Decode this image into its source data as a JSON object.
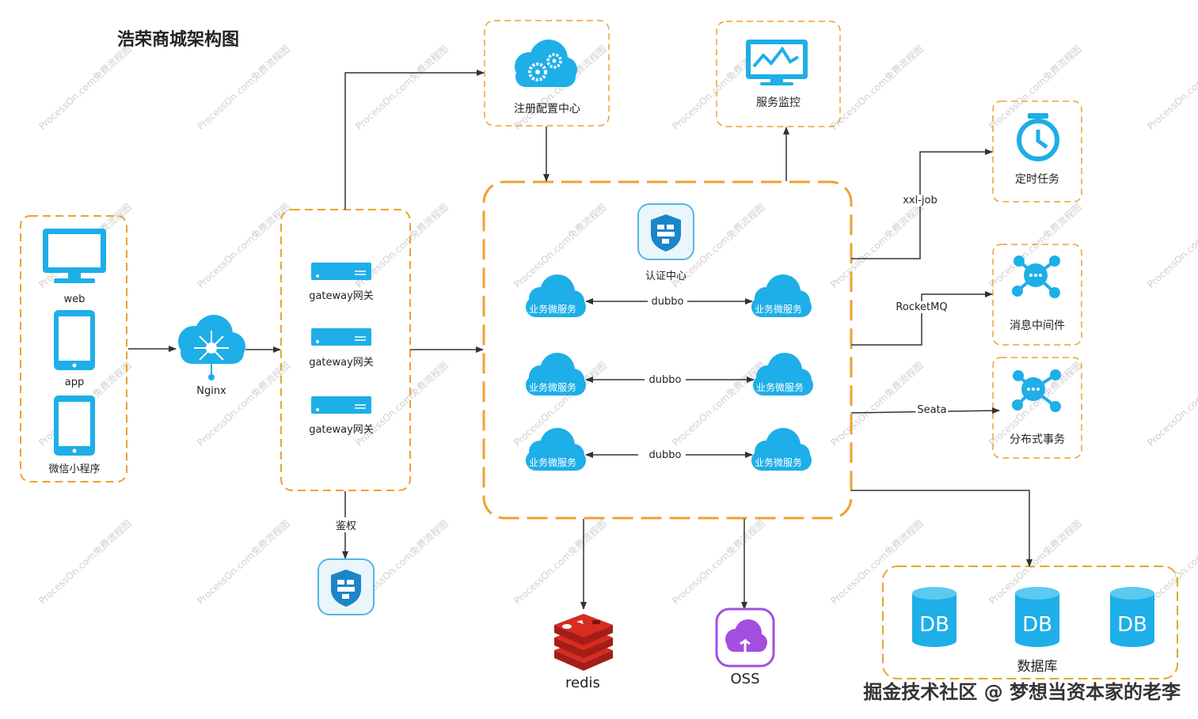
{
  "title": "浩荣商城架构图",
  "colors": {
    "accent": "#1eaee8",
    "border": "#f0a030",
    "redis": "#d82c20",
    "oss": "#a24fe0"
  },
  "clients": {
    "web": "web",
    "app": "app",
    "mini": "微信小程序"
  },
  "nginx": "Nginx",
  "gateways": [
    "gateway网关",
    "gateway网关",
    "gateway网关"
  ],
  "auth_edge": "鉴权",
  "registry": "注册配置中心",
  "monitor": "服务监控",
  "auth_center": "认证中心",
  "service_label": "业务微服务",
  "rpc": [
    "dubbo",
    "dubbo",
    "dubbo"
  ],
  "right": {
    "edges": {
      "job": "xxl-job",
      "mq": "RocketMQ",
      "tx": "Seata"
    },
    "job": "定时任务",
    "mq": "消息中间件",
    "tx": "分布式事务"
  },
  "storage": {
    "redis": "redis",
    "oss": "OSS",
    "db_icon": "DB",
    "db": "数据库"
  },
  "footer": "掘金技术社区 @ 梦想当资本家的老李",
  "watermark": "ProcessOn.com免费流程图"
}
